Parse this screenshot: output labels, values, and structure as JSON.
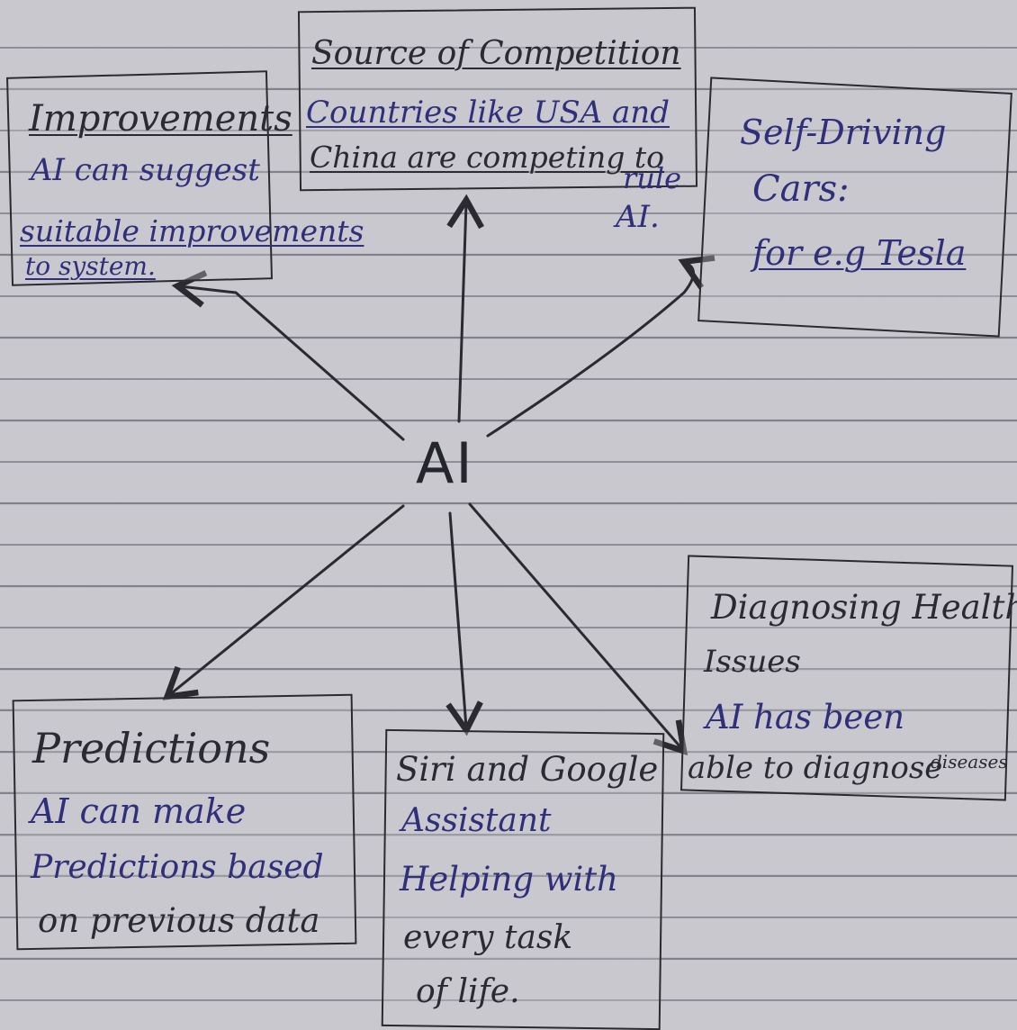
{
  "center": {
    "label": "AI"
  },
  "nodes": {
    "improvements": {
      "title": "Improvements",
      "lines": [
        "AI can suggest",
        "suitable improvements",
        "to system."
      ]
    },
    "competition": {
      "title": "Source of Competition",
      "lines": [
        "Countries like USA and",
        "China are competing to",
        "rule",
        "AI."
      ]
    },
    "self_driving": {
      "title": "Self-Driving",
      "lines": [
        "Cars:",
        "for e.g Tesla"
      ]
    },
    "predictions": {
      "title": "Predictions",
      "lines": [
        "AI can make",
        "Predictions based",
        "on previous data"
      ]
    },
    "siri": {
      "title": "Siri and Google",
      "lines": [
        "Assistant",
        "Helping with",
        "every task",
        "of life."
      ]
    },
    "diagnosing": {
      "title": "Diagnosing Health",
      "lines": [
        "Issues",
        "AI has been",
        "able to diagnose",
        "diseases"
      ]
    }
  },
  "colors": {
    "paper": "#c9c8cf",
    "ink_dark": "#2a2a33",
    "ink_blue": "#2f2f7a"
  }
}
